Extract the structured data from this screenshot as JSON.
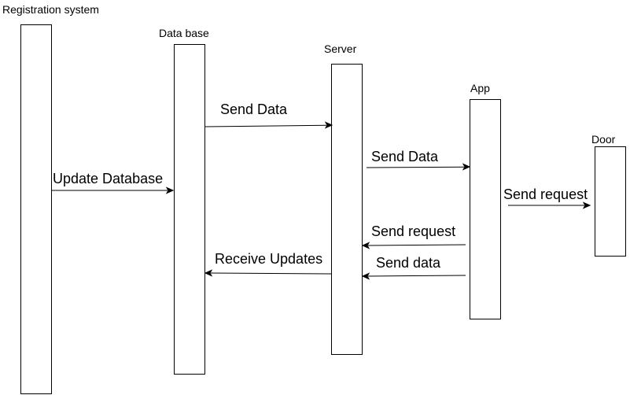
{
  "participants": [
    {
      "id": "registration",
      "label": "Registration system"
    },
    {
      "id": "database",
      "label": "Data base"
    },
    {
      "id": "server",
      "label": "Server"
    },
    {
      "id": "app",
      "label": "App"
    },
    {
      "id": "door",
      "label": "Door"
    }
  ],
  "messages": [
    {
      "id": "update-database",
      "label": "Update Database",
      "from": "registration",
      "to": "database"
    },
    {
      "id": "send-data-db-server",
      "label": "Send Data",
      "from": "database",
      "to": "server"
    },
    {
      "id": "send-data-server-app",
      "label": "Send Data",
      "from": "server",
      "to": "app"
    },
    {
      "id": "send-request-app-door",
      "label": "Send request",
      "from": "app",
      "to": "door"
    },
    {
      "id": "send-request-app-server",
      "label": "Send request",
      "from": "app",
      "to": "server"
    },
    {
      "id": "send-data-app-server",
      "label": "Send data",
      "from": "app",
      "to": "server"
    },
    {
      "id": "receive-updates",
      "label": "Receive Updates",
      "from": "server",
      "to": "database"
    }
  ],
  "colors": {
    "stroke": "#000000",
    "background": "#ffffff"
  }
}
